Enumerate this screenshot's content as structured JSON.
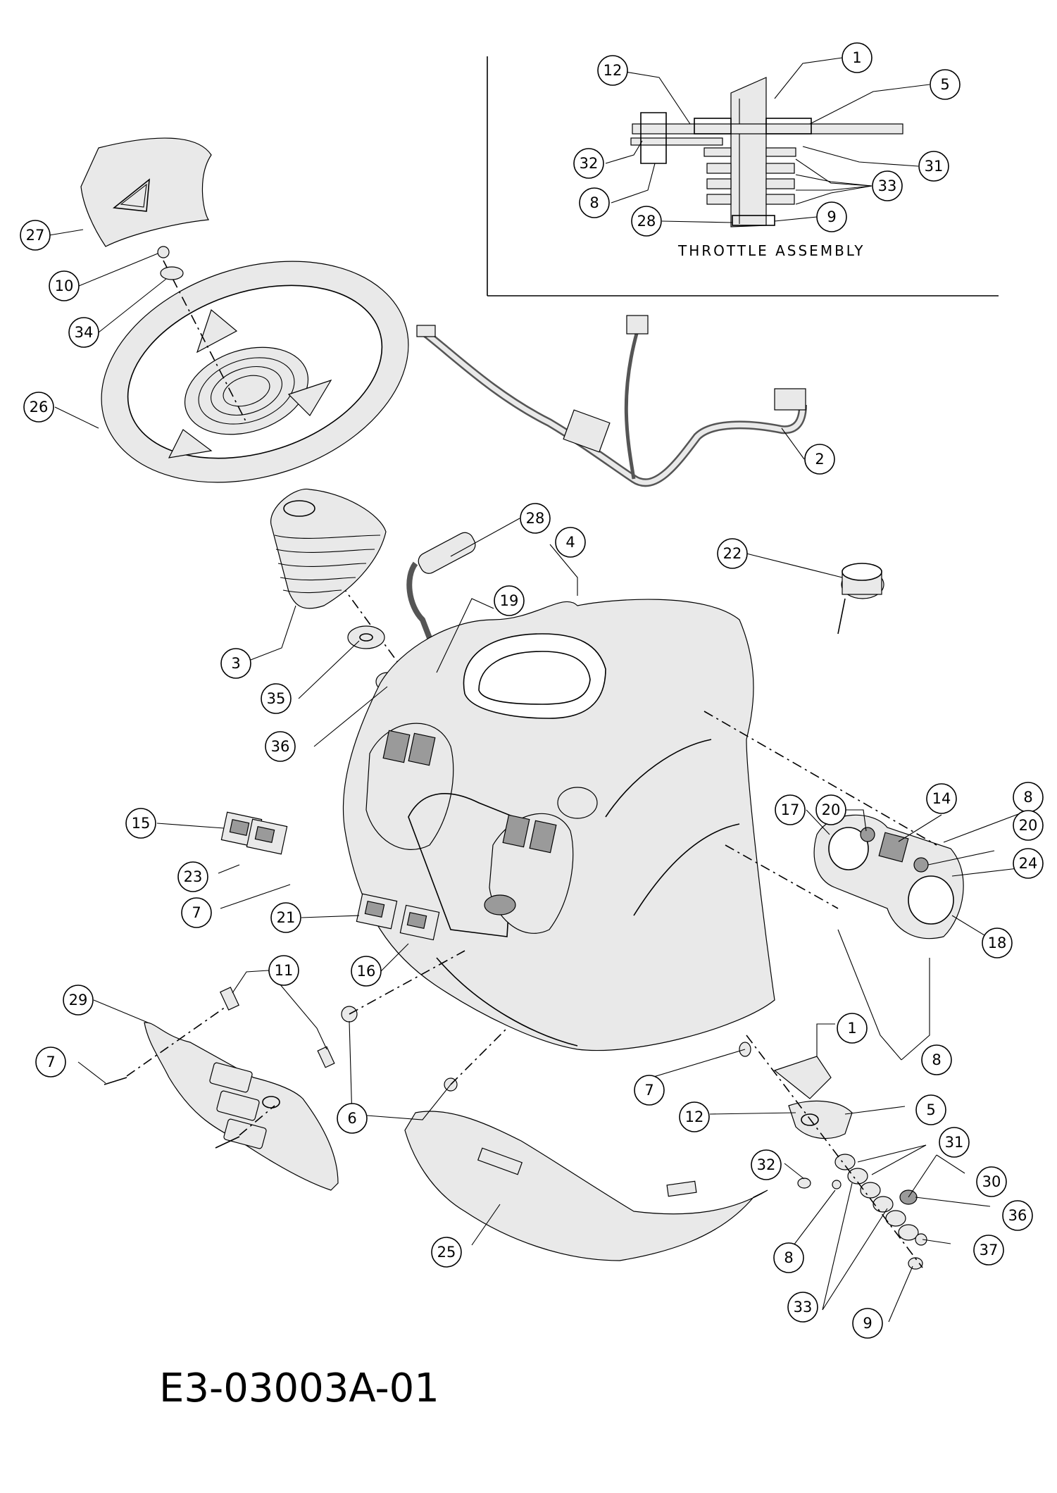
{
  "drawing": {
    "drawing_number": "E3-03003A-01",
    "inset_title": "THROTTLE ASSEMBLY"
  },
  "callouts": {
    "inset": [
      "12",
      "1",
      "5",
      "32",
      "31",
      "33",
      "8",
      "28",
      "9"
    ],
    "main": [
      "27",
      "10",
      "34",
      "26",
      "2",
      "28",
      "4",
      "19",
      "22",
      "3",
      "35",
      "36",
      "20",
      "14",
      "8",
      "17",
      "20",
      "24",
      "18",
      "15",
      "23",
      "7",
      "21",
      "16",
      "11",
      "29",
      "7",
      "6",
      "8",
      "1",
      "7",
      "12",
      "5",
      "31",
      "32",
      "30",
      "36",
      "8",
      "37",
      "33",
      "9",
      "25"
    ]
  },
  "parts": {
    "steering_wheel_cap": "part-27",
    "steering_wheel": "part-26",
    "wiring_harness": "part-2",
    "steering_boot": "part-3",
    "dash_panel": "part-4",
    "throttle_knob": "part-28",
    "ignition_switch": "part-22",
    "indicator_plate": "part-24",
    "switch_panel": "part-29",
    "front_trim": "part-25"
  }
}
